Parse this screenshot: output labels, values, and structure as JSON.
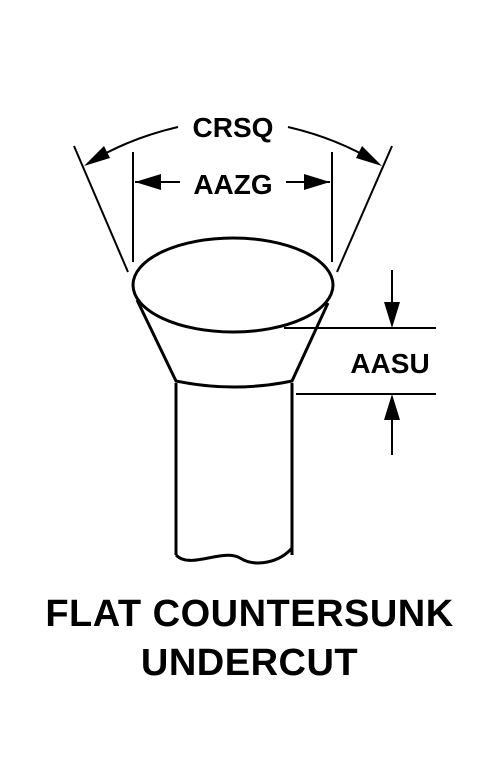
{
  "labels": {
    "crsq": "CRSQ",
    "aazg": "AAZG",
    "aasu": "AASU"
  },
  "title": {
    "line1": "FLAT COUNTERSUNK",
    "line2": "UNDERCUT"
  },
  "colors": {
    "ink": "#000000",
    "paper": "#ffffff"
  }
}
